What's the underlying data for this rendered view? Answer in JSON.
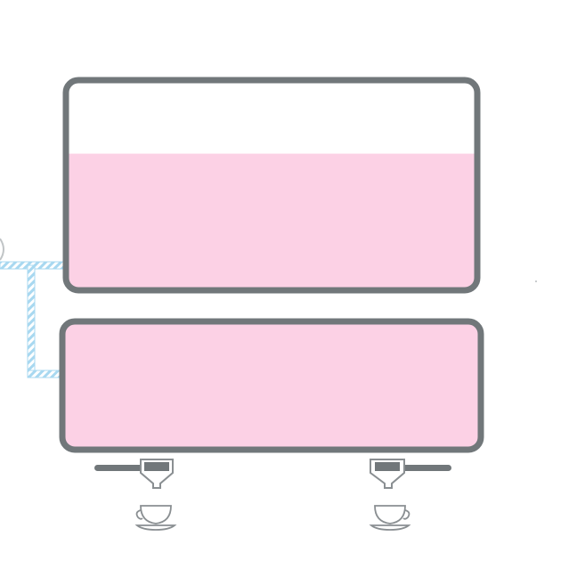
{
  "diagram": {
    "upper_tank": {
      "fill_level": 0.65,
      "liquid_color": "#fcd1e5",
      "border_color": "#71777a",
      "empty_color": "#ffffff"
    },
    "lower_tank": {
      "fill_level": 1.0,
      "liquid_color": "#fcd1e5",
      "border_color": "#71777a"
    },
    "pipe": {
      "color": "#a8d8f0",
      "stripe_color": "#ffffff"
    },
    "portafilters": [
      {
        "name": "left",
        "handle_side": "left",
        "color": "#71777a"
      },
      {
        "name": "right",
        "handle_side": "right",
        "color": "#71777a"
      }
    ],
    "cups": [
      {
        "name": "left",
        "color": "#8a8f92"
      },
      {
        "name": "right",
        "color": "#8a8f92"
      }
    ]
  }
}
